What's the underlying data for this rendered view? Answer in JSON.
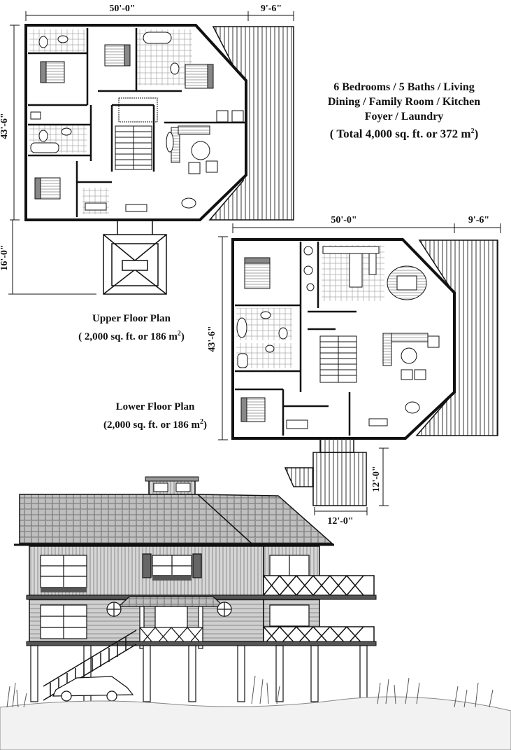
{
  "summary": {
    "line1": "6 Bedrooms / 5 Baths / Living",
    "line2": "Dining / Family Room / Kitchen",
    "line3": "Foyer / Laundry",
    "total_prefix": "( Total 4,000 sq. ft. or 372 m",
    "total_sup": "2",
    "total_suffix": ")"
  },
  "upper_plan": {
    "title": "Upper Floor Plan",
    "area_prefix": "( 2,000 sq. ft. or 186 m",
    "area_sup": "2",
    "area_suffix": ")",
    "dim_width": "50'-0\"",
    "dim_deck": "9'-6\"",
    "dim_depth": "43'-6\"",
    "dim_entry": "16'-0\""
  },
  "lower_plan": {
    "title": "Lower Floor Plan",
    "area_prefix": "(2,000 sq. ft. or 186 m",
    "area_sup": "2",
    "area_suffix": ")",
    "dim_width": "50'-0\"",
    "dim_deck": "9'-6\"",
    "dim_depth": "43'-6\"",
    "dim_landing_depth": "12'-0\"",
    "dim_landing_width": "12'-0\""
  }
}
